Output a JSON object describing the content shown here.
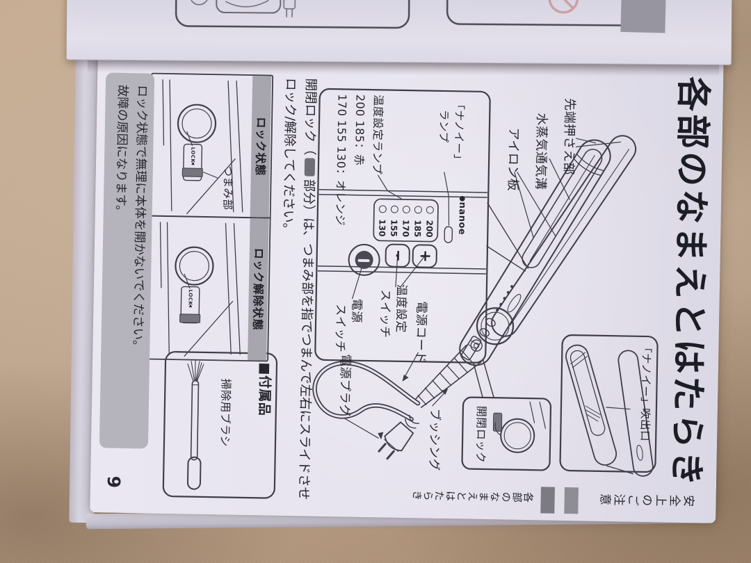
{
  "photo": {
    "paper_color": "#e7e4ef",
    "fabric_color": "#bda38a",
    "prohibition_red": "#c0736d",
    "print_ink": "#3e3d48"
  },
  "page": {
    "title": "各部のなまえとはたらき",
    "page_number": "9",
    "edge_tabs": {
      "safety": "安全上のご注意",
      "parts": "各部のなまえとはたらき"
    },
    "diagram": {
      "tip_label": "先端押さえ部",
      "vent_label": "水蒸気通気溝",
      "plate_label": "アイロン板",
      "cord_label": "電源コード",
      "bushing_label": "ブッシング",
      "plug_label": "電源プラグ",
      "outlet_label": "「ナノイー」吹出口",
      "hinge_label": "開閉ロック",
      "panel": {
        "nanoe_lamp_line1": "「ナノイー」",
        "nanoe_lamp_line2": "ランプ",
        "brand": "nanoe",
        "lamp_values": [
          "200",
          "185",
          "170",
          "155",
          "130"
        ],
        "temp_lamp_label": "温度設定ランプ",
        "temp_lamp_red": "200 185：赤",
        "temp_lamp_orange": "170 155 130：オレンジ",
        "btn_plus": "+",
        "btn_minus": "−",
        "temp_switch_line1": "温度設定",
        "temp_switch_line2": "スイッチ",
        "power_switch_line1": "電源",
        "power_switch_line2": "スイッチ"
      }
    },
    "instruction": {
      "line1_pre": "開閉ロック（",
      "line1_post": "部分）は、つまみ部を指でつまんで左右にスライドさせ",
      "line2": "ロック/解除してください。"
    },
    "lock_panels": {
      "locked_header": "ロック状態",
      "unlocked_header": "ロック解除状態",
      "knob_label": "つまみ部",
      "lock_text": "LOCK",
      "lock_arrow": "◀"
    },
    "accessories": {
      "header": "■付属品",
      "item": "掃除用ブラシ"
    },
    "note": {
      "line1": "ロック状態で無理に本体を開かないでください。",
      "line2": "故障の原因になります。"
    }
  }
}
